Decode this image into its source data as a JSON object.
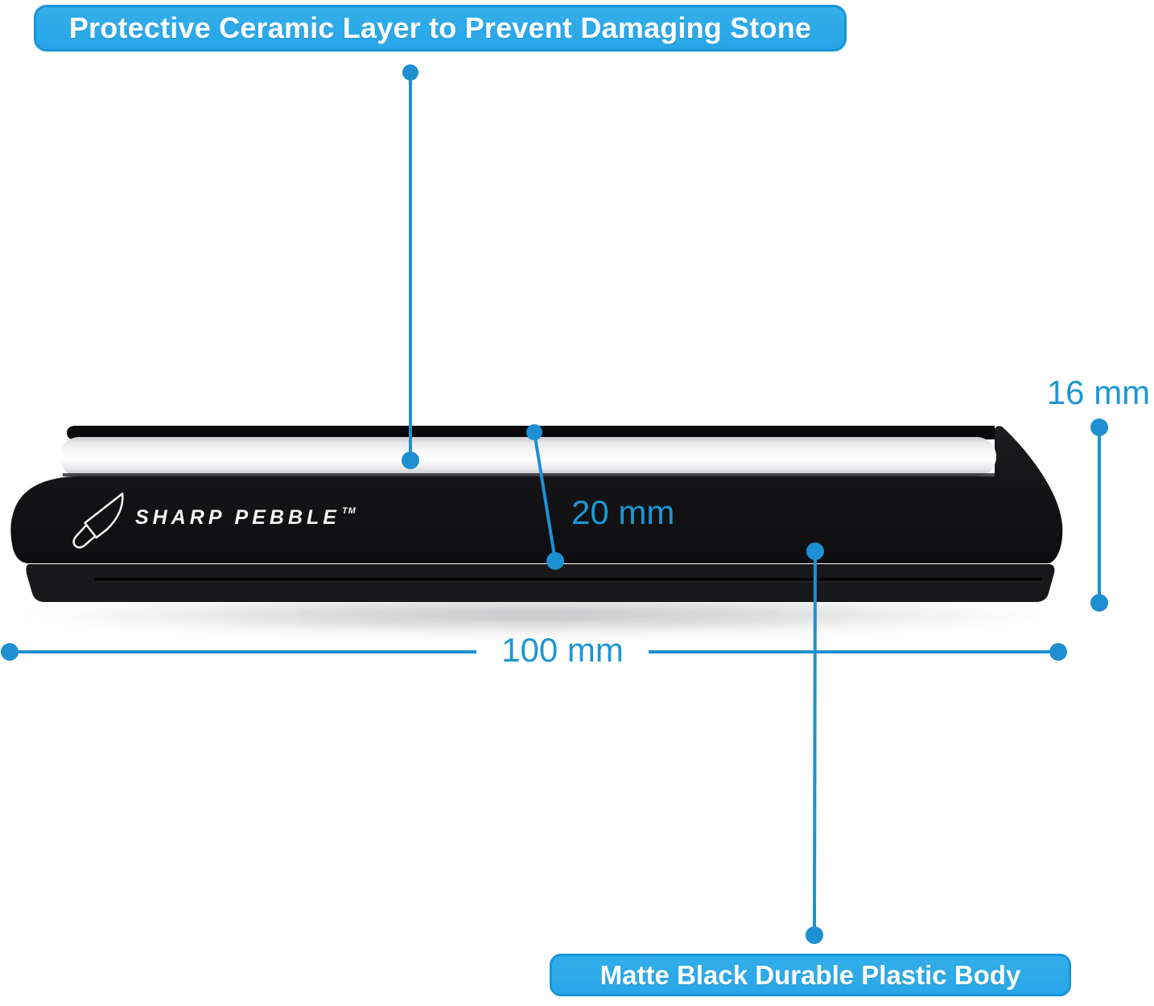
{
  "image_type": "annotated-product-diagram",
  "banners": {
    "top_label": "Protective Ceramic Layer to Prevent Damaging Stone",
    "bottom_label": "Matte Black Durable Plastic Body"
  },
  "brand": {
    "name": "SHARP PEBBLE",
    "trademark": "TM",
    "logo_icon": "knife-icon"
  },
  "measurements": {
    "height_label": "16 mm",
    "stone_thickness_label": "20 mm",
    "length_label": "100 mm"
  },
  "colors": {
    "banner_blue": "#2BA9E9",
    "banner_border_blue": "#1795D8",
    "callout_line_blue": "#1E90D2",
    "measurement_text_blue": "#1E96D6",
    "product_body_black": "#141416",
    "ceramic_rod_white": "#F7F7F8",
    "background": "#FFFFFF"
  }
}
